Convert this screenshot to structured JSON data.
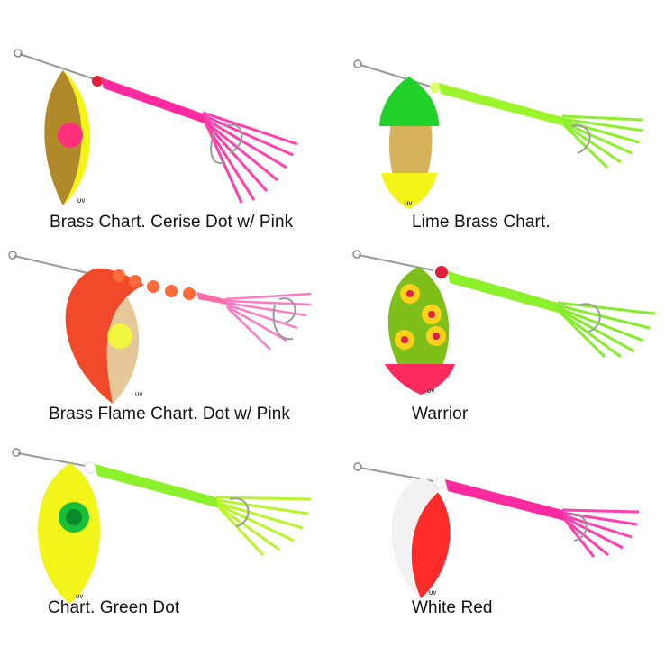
{
  "lures": [
    {
      "id": "brass-chart-cerise-dot-pink",
      "name": "Brass Chart. Cerise Dot w/ Pink",
      "blade_mark": "UV",
      "colors": {
        "blade_left": "#b08a2a",
        "blade_right": "#f4f417",
        "dot": "#ff2f7a",
        "body": "#ff2aa0",
        "skirt": "#ff3fae",
        "bead": "#e0203a"
      }
    },
    {
      "id": "lime-brass-chart",
      "name": "Lime Brass Chart.",
      "blade_mark": "UV",
      "colors": {
        "blade_top": "#22d02a",
        "blade_mid": "#d6b25a",
        "blade_bottom": "#f4f417",
        "body": "#9cf52a",
        "skirt": "#8cf02a",
        "bead": "#dfff6a"
      }
    },
    {
      "id": "brass-flame-chart-dot-pink",
      "name": "Brass Flame Chart. Dot w/ Pink",
      "blade_mark": "UV",
      "colors": {
        "blade_left": "#f14a2a",
        "blade_right": "#e6c79a",
        "dot": "#f0f540",
        "body": "#ff6aa8",
        "skirt": "#ff7ac3",
        "bead": "#ff6a3a"
      }
    },
    {
      "id": "warrior",
      "name": "Warrior",
      "blade_mark": "UV",
      "colors": {
        "blade_main": "#7fbf1a",
        "blade_bottom": "#ff2a5e",
        "dots": "#ffd21a",
        "dot_center": "#e0204a",
        "body": "#8cf02a",
        "skirt": "#84ec2a",
        "bead": "#e0203a"
      }
    },
    {
      "id": "chart-green-dot",
      "name": "Chart. Green Dot",
      "blade_mark": "UV",
      "colors": {
        "blade": "#f3f41a",
        "dot": "#18c03a",
        "body": "#8cf02a",
        "skirt": "#b8f52a",
        "bead": "#ffffff"
      }
    },
    {
      "id": "white-red",
      "name": "White Red",
      "blade_mark": "UV",
      "colors": {
        "blade_left": "#f2f2f2",
        "blade_right": "#ff2a2a",
        "body": "#ff2aa0",
        "skirt": "#ff3fae",
        "bead": "#ffffff"
      }
    }
  ]
}
